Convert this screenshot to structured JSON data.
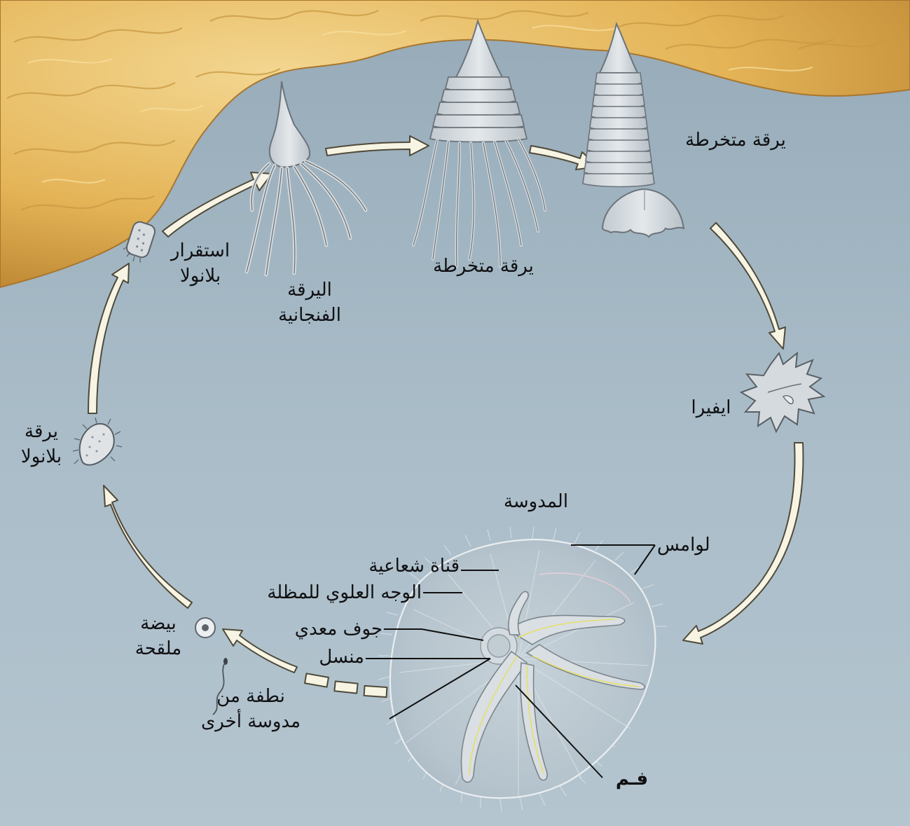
{
  "diagram": {
    "stages": {
      "planula_settling": [
        "استقرار",
        "بلانولا"
      ],
      "scyphistoma": [
        "اليرقة",
        "الفنجانية"
      ],
      "strobila_middle": "يرقة متخرطة",
      "strobila_top": "يرقة متخرطة",
      "ephyra": "ايفيرا",
      "medusa": "المدوسة",
      "planula_larva": [
        "يرقة",
        "بلانولا"
      ],
      "fertilized_egg": [
        "بيضة",
        "ملقحة"
      ],
      "sperm": [
        "نطفة من",
        "مدوسة أخرى"
      ]
    },
    "medusa_parts": {
      "tentacles": "لوامس",
      "radial_canal": "قناة شعاعية",
      "exumbrella": "الوجه العلوي للمظلة",
      "gastric_cavity": "جوف معدي",
      "gonad": "منسل",
      "mouth": "فـم"
    }
  },
  "colors": {
    "water": "#a9bcc8",
    "substrate": "#e6b85a",
    "arrow_fill": "#f8f4e4",
    "arrow_stroke": "#4f4a3a",
    "organism": "#d3d9dd",
    "text": "#101012"
  }
}
